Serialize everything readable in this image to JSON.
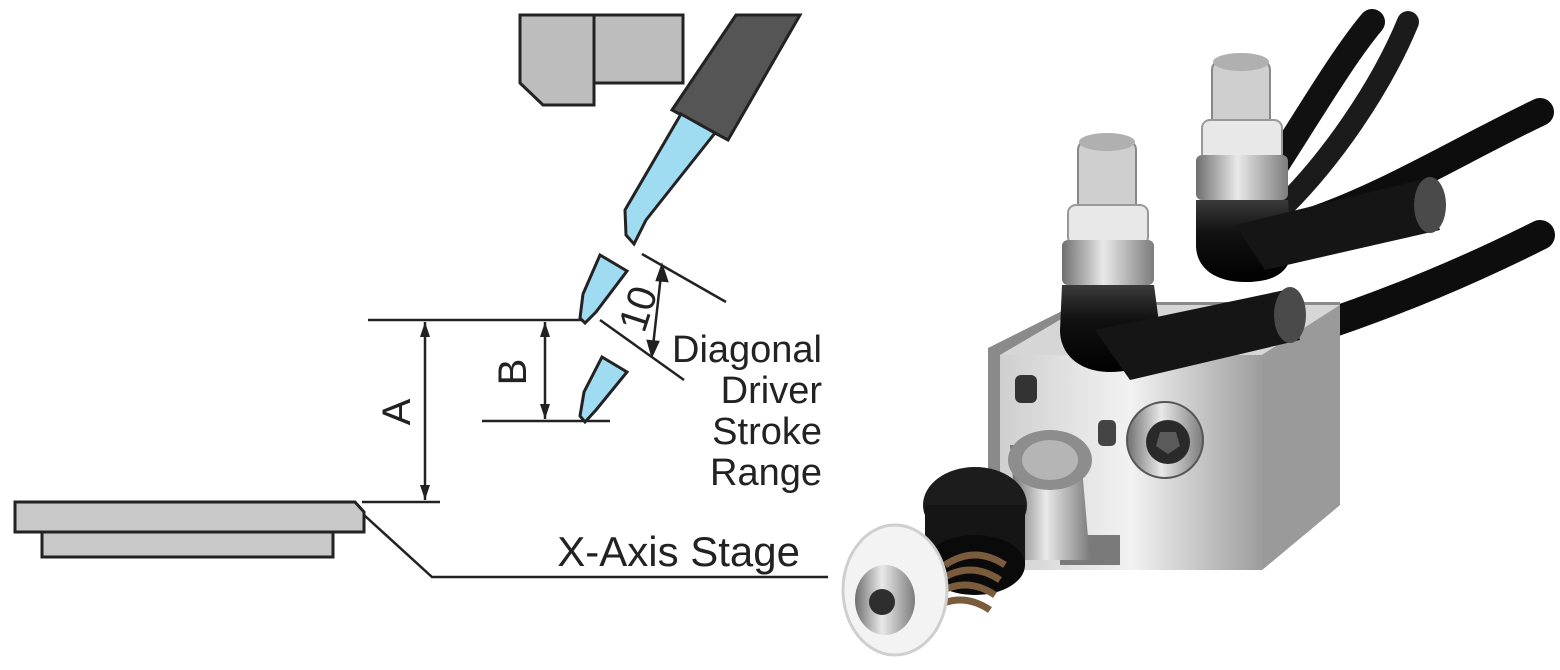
{
  "diagram": {
    "dimension_a": "A",
    "dimension_b": "B",
    "dimension_10": "10",
    "stroke_label": [
      "Diagonal",
      "Driver",
      "Stroke",
      "Range"
    ],
    "stage_label": "X-Axis Stage"
  },
  "colors": {
    "tip_blue": "#9fdcf2",
    "driver_dark": "#555555",
    "head_gray": "#bdbdbd",
    "stage_gray": "#c8c8c8",
    "outline": "#222222"
  },
  "icons": {
    "photo": "air-cylinder-photo"
  }
}
